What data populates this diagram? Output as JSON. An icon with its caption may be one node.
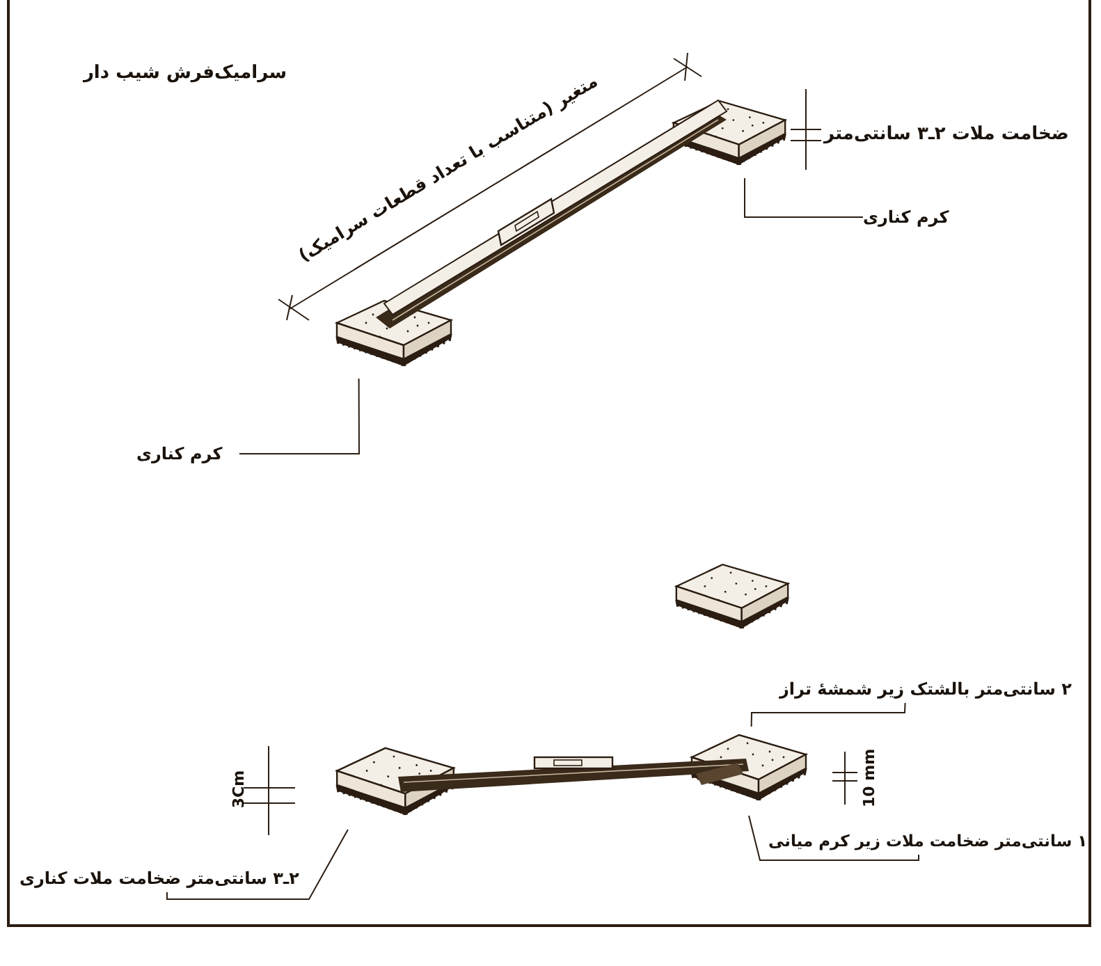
{
  "diagram": {
    "title": "سرامیک‌فرش شیب دار",
    "nodes": [
      {
        "text": [],
        "shape": "picture"
      },
      {
        "text": [
          "کرم کناری"
        ]
      },
      {
        "text": [],
        "shape": "picture"
      },
      {
        "text": [
          "کرم کناری"
        ]
      },
      {
        "text": [],
        "shape": "picture"
      },
      {
        "text": [
          "۲ سانتی‌متر بالشتک زیر شمشهٔ تراز"
        ]
      },
      {
        "text": [],
        "shape": "picture"
      },
      {
        "text": [],
        "shape": "picture"
      },
      {
        "text": [
          "۱ سانتی‌متر ضخامت ملات زیر کرم میانی"
        ]
      },
      {
        "text": [
          "۲ـ۳ سانتی‌متر ضخامت ملات کناری"
        ]
      }
    ],
    "edges": [
      {
        "from": 1,
        "to": 0,
        "arrow": "none"
      },
      {
        "from": 3,
        "to": 2,
        "arrow": "none"
      },
      {
        "from": 5,
        "to": 7,
        "arrow": "none"
      },
      {
        "from": 8,
        "to": 7,
        "arrow": "none"
      },
      {
        "from": 9,
        "to": 6,
        "arrow": "none"
      }
    ],
    "labels": [
      "متغیر (متناسب با تعداد قطعات سرامیک)",
      "ضخامت ملات ۲ـ۳ سانتی‌متر",
      "3Cm",
      "10 mm"
    ]
  }
}
